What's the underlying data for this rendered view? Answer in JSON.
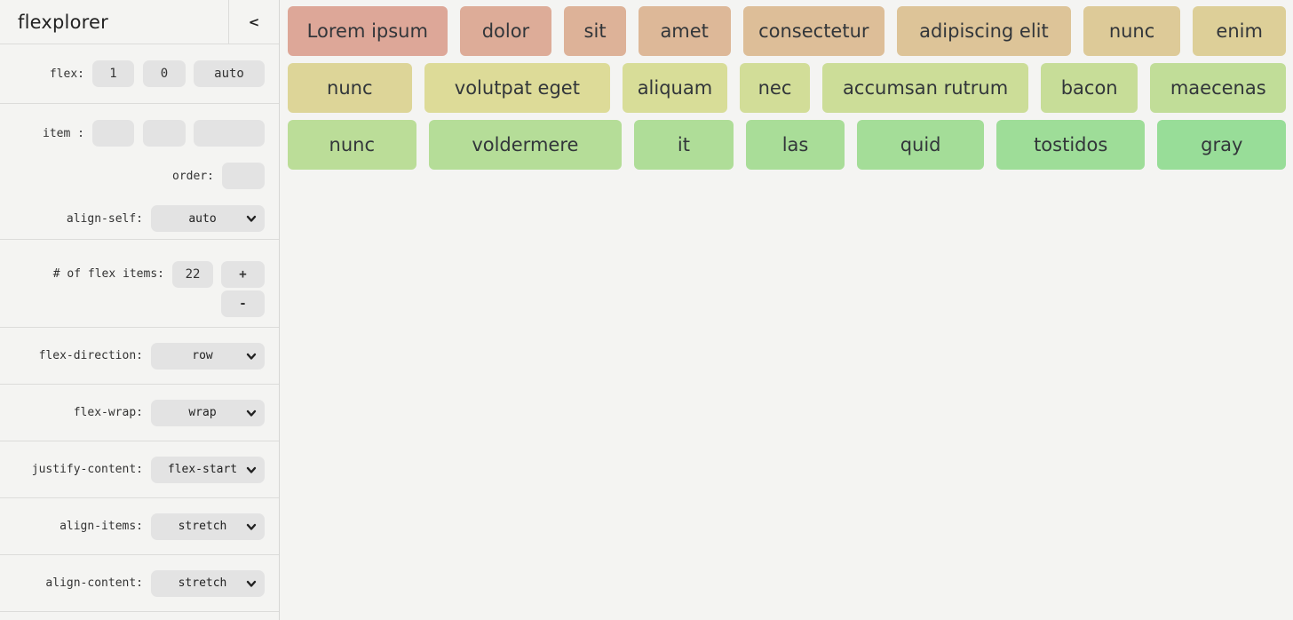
{
  "page": {
    "background": "#f4f4f2",
    "divider_color": "#dcdcda",
    "control_bg": "#e3e3e3"
  },
  "header": {
    "title": "flexplorer",
    "collapse_label": "<"
  },
  "controls": {
    "flex": {
      "label": "flex:",
      "grow": "1",
      "shrink": "0",
      "basis": "auto"
    },
    "item": {
      "label": "item :",
      "grow": "",
      "shrink": "",
      "basis": ""
    },
    "order": {
      "label": "order:",
      "value": ""
    },
    "align_self": {
      "label": "align-self:",
      "value": "auto"
    },
    "flex_items_count": {
      "label": "# of flex items:",
      "value": "22",
      "increment_label": "+",
      "decrement_label": "-"
    },
    "flex_direction": {
      "label": "flex-direction:",
      "value": "row"
    },
    "flex_wrap": {
      "label": "flex-wrap:",
      "value": "wrap"
    },
    "justify_content": {
      "label": "justify-content:",
      "value": "flex-start"
    },
    "align_items": {
      "label": "align-items:",
      "value": "stretch"
    },
    "align_content": {
      "label": "align-content:",
      "value": "stretch"
    }
  },
  "flex_items": [
    {
      "label": "Lorem ipsum",
      "color": "#dda798"
    },
    {
      "label": "dolor",
      "color": "#ddac98"
    },
    {
      "label": "sit",
      "color": "#ddb298"
    },
    {
      "label": "amet",
      "color": "#ddb898"
    },
    {
      "label": "consectetur",
      "color": "#ddbe98"
    },
    {
      "label": "adipiscing elit",
      "color": "#ddc498"
    },
    {
      "label": "nunc",
      "color": "#ddca98"
    },
    {
      "label": "enim",
      "color": "#ddcf98"
    },
    {
      "label": "nunc",
      "color": "#ddd598"
    },
    {
      "label": "volutpat eget",
      "color": "#dddb98"
    },
    {
      "label": "aliquam",
      "color": "#d8dd98"
    },
    {
      "label": "nec",
      "color": "#d2dd98"
    },
    {
      "label": "accumsan rutrum",
      "color": "#ccdd98"
    },
    {
      "label": "bacon",
      "color": "#c7dd98"
    },
    {
      "label": "maecenas",
      "color": "#c1dd98"
    },
    {
      "label": "nunc",
      "color": "#bbdd98"
    },
    {
      "label": "voldermere",
      "color": "#b5dd98"
    },
    {
      "label": "it",
      "color": "#afdd98"
    },
    {
      "label": "las",
      "color": "#a9dd98"
    },
    {
      "label": "quid",
      "color": "#a4dd98"
    },
    {
      "label": "tostidos",
      "color": "#9edd98"
    },
    {
      "label": "gray",
      "color": "#98dd98"
    }
  ]
}
